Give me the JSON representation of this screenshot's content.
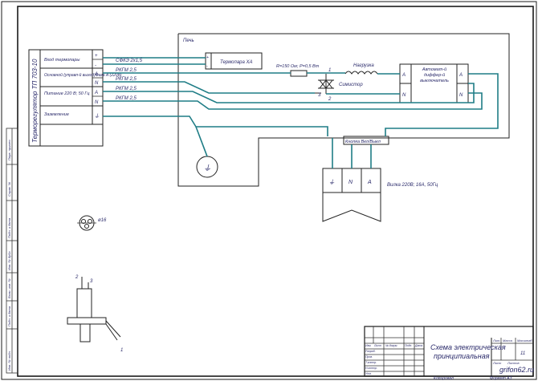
{
  "regulator": {
    "title": "Терморегулятор ТП 703-10",
    "terminals": [
      {
        "label": "Вход термопары",
        "marks": [
          "+",
          "-"
        ]
      },
      {
        "label": "Основной (управл-й выход)Фаза А (220В)",
        "marks": [
          "A",
          "N"
        ]
      },
      {
        "label": "Питание 220 В; 50 Гц",
        "marks": [
          "A",
          "N"
        ]
      },
      {
        "label": "Заземление",
        "marks": [
          "⏚"
        ]
      }
    ]
  },
  "cables": [
    "СФКЭ 2х1,5",
    "РКГМ 2,5",
    "РКГМ 2,5",
    "РКГМ 2,5",
    "РКГМ 2,5"
  ],
  "furnace": {
    "label": "Печь"
  },
  "thermocouple": {
    "label": "Термопара ХА"
  },
  "resistor": {
    "label": "R=150 Ом; P=0,5 Вт"
  },
  "load": {
    "label": "Нагрузка"
  },
  "simistor": {
    "label": "Симистор",
    "pins": [
      "1",
      "2",
      "3"
    ]
  },
  "breaker": {
    "label": "Автомат-й диффер-й выключатель",
    "in_a": "A",
    "in_n": "N",
    "out_a": "A",
    "out_n": "N"
  },
  "switch": {
    "label": "Кнопка Вкл/Выкл"
  },
  "plug": {
    "label": "Вилка 220В; 16А, 50Гц",
    "pins": [
      "⏚",
      "N",
      "A"
    ]
  },
  "ground_label": "⏚",
  "cable_section": {
    "label": "ø16"
  },
  "part_labels": [
    "2",
    "3",
    "1"
  ],
  "title_block": {
    "title": "Схема электрическая принципиальная",
    "sheet_label": "Лит.",
    "mass_label": "Масса",
    "scale_label": "Масштаб",
    "sheet": "Лист",
    "sheets": "Листов",
    "sheets_count": "11",
    "site": "grifon62.ru",
    "copied": "Копировал",
    "format": "Формат А3",
    "rows": [
      "Изм.",
      "Лист",
      "№ докум.",
      "Подп.",
      "Дата",
      "Разраб.",
      "Пров.",
      "Т.контр.",
      "Н.контр.",
      "Утв."
    ]
  },
  "side_strip": [
    "Перв. примен.",
    "Справ. №",
    "Подп. и дата",
    "Инв. № дубл.",
    "Взам. инв. №",
    "Подп. и дата",
    "Инв. № подл."
  ]
}
